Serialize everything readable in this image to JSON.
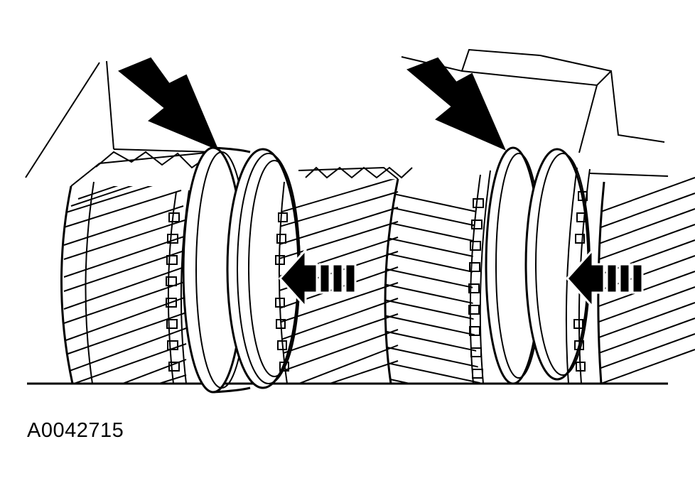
{
  "figure": {
    "reference_code": "A0042715",
    "colors": {
      "ink": "#000000",
      "paper": "#ffffff"
    },
    "callouts": [
      {
        "name": "pointer-arrow-left-synchronizer",
        "icon": "diagonal-pointer-arrow"
      },
      {
        "name": "pointer-arrow-right-synchronizer",
        "icon": "diagonal-pointer-arrow"
      },
      {
        "name": "direction-arrow-left-synchronizer",
        "icon": "motion-arrow-left"
      },
      {
        "name": "direction-arrow-right-synchronizer",
        "icon": "motion-arrow-left"
      }
    ]
  }
}
